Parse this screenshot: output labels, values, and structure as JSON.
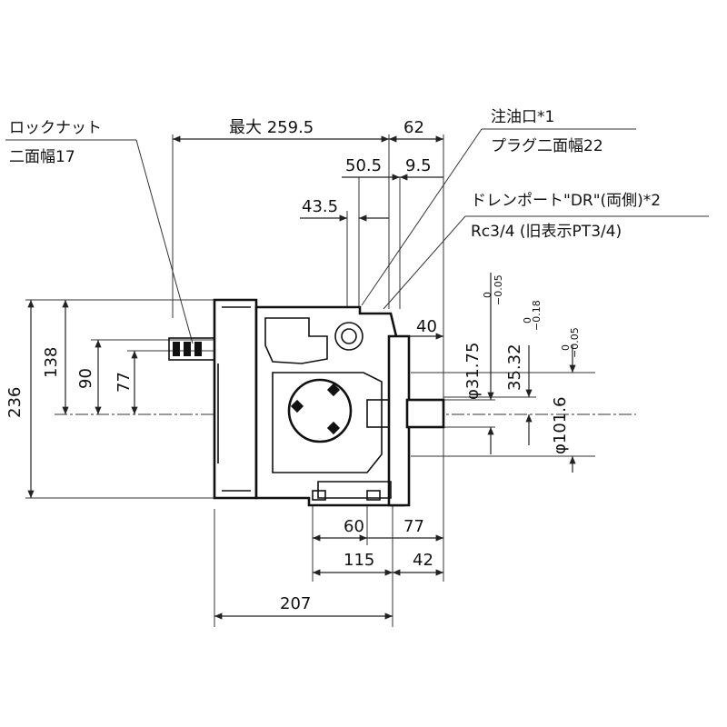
{
  "labels": {
    "locknut": "ロックナット",
    "locknut_width": "二面幅17",
    "oil_inlet": "注油口*1",
    "plug_width": "プラグ二面幅22",
    "drain_port": "ドレンポート\"DR\"(両側)*2",
    "drain_thread": "Rc3/4 (旧表示PT3/4)"
  },
  "dims": {
    "max_length": "最大 259.5",
    "d62": "62",
    "d50_5": "50.5",
    "d9_5": "9.5",
    "d43_5": "43.5",
    "d40": "40",
    "d236": "236",
    "d138": "138",
    "d90": "90",
    "d77_left": "77",
    "d60": "60",
    "d77_bottom": "77",
    "d115": "115",
    "d42": "42",
    "d207": "207",
    "shaft_dia": "φ31.75",
    "shaft_tol_upper": "0",
    "shaft_tol_lower": "−0.05",
    "key_height": "35.32",
    "key_tol_upper": "0",
    "key_tol_lower": "−0.18",
    "pilot_dia": "φ101.6",
    "pilot_tol_upper": "0",
    "pilot_tol_lower": "−0.05"
  }
}
